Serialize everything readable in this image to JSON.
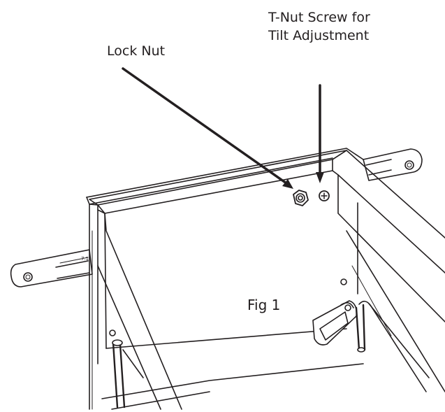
{
  "labels": {
    "lock_nut": "Lock Nut",
    "t_nut_line1": "T-Nut Screw for",
    "t_nut_line2": "Tilt Adjustment",
    "figure": "Fig 1"
  },
  "colors": {
    "ink": "#231f20",
    "background": "#ffffff"
  }
}
